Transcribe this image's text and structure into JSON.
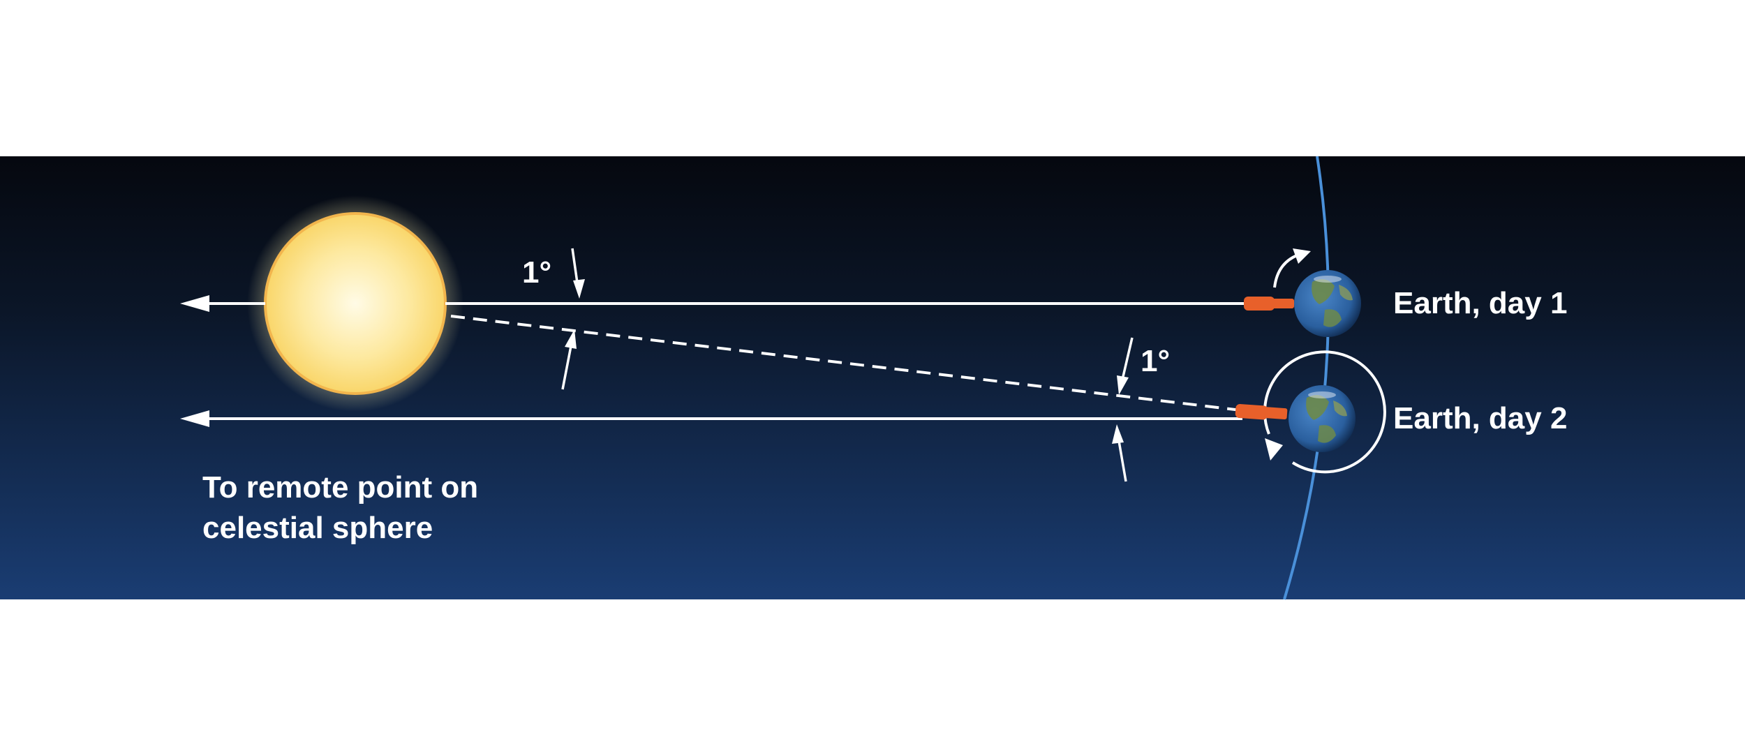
{
  "labels": {
    "angle_top": "1°",
    "angle_right": "1°",
    "earth_day1": "Earth, day 1",
    "earth_day2": "Earth, day 2",
    "remote_line1": "To remote point on",
    "remote_line2": "celestial sphere"
  },
  "colors": {
    "space_top": "#05080f",
    "space_bottom": "#1a3d73",
    "orbit": "#4a90d9",
    "sun_core": "#fffbe6",
    "sun_edge": "#f9d66a",
    "sun_rim": "#f2b54d",
    "telescope": "#e8602a",
    "lines": "#ffffff",
    "ocean": "#2a5f9e",
    "land": "#6d8a4a"
  },
  "icons": {
    "sun": "sun-icon",
    "earth": "earth-globe-icon",
    "telescope": "telescope-icon",
    "rotation": "rotation-arrow-icon",
    "arrowhead": "arrowhead-icon"
  }
}
